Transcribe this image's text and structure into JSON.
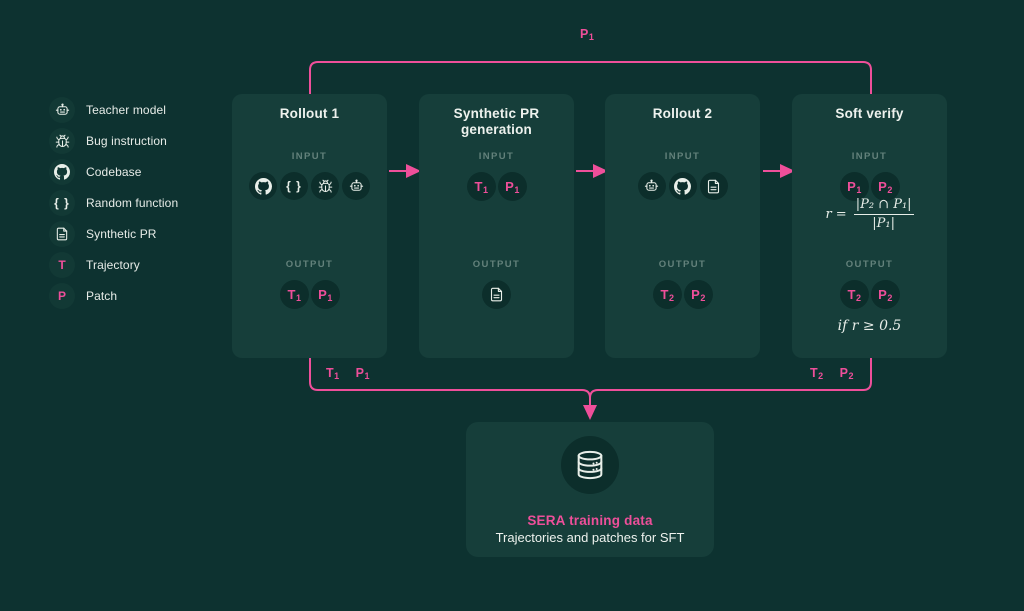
{
  "colors": {
    "background": "#0d3230",
    "box_fill": "#163e3a",
    "chip_fill": "#0c2e2b",
    "accent_pink": "#ee4f9a",
    "text_cream": "#eef2ee",
    "text_muted": "#63817b"
  },
  "labels": {
    "input": "INPUT",
    "output": "OUTPUT"
  },
  "tokens": {
    "t1": {
      "letter": "T",
      "sub": "1"
    },
    "p1": {
      "letter": "P",
      "sub": "1"
    },
    "t2": {
      "letter": "T",
      "sub": "2"
    },
    "p2": {
      "letter": "P",
      "sub": "2"
    }
  },
  "glyphs": {
    "braces": "{ }"
  },
  "legend": {
    "items": [
      {
        "icon": "robot-icon",
        "label": "Teacher model"
      },
      {
        "icon": "bug-icon",
        "label": "Bug instruction"
      },
      {
        "icon": "github-icon",
        "label": "Codebase"
      },
      {
        "icon": "braces-icon",
        "label": "Random function"
      },
      {
        "icon": "document-icon",
        "label": "Synthetic PR"
      },
      {
        "icon": "trajectory-token",
        "label": "Trajectory",
        "letter": "T"
      },
      {
        "icon": "patch-token",
        "label": "Patch",
        "letter": "P"
      }
    ]
  },
  "stages": {
    "rollout1": {
      "title": "Rollout 1"
    },
    "synthetic_pr": {
      "title": "Synthetic PR generation"
    },
    "rollout2": {
      "title": "Rollout 2"
    },
    "soft_verify": {
      "title": "Soft verify",
      "formula": {
        "lhs": "r =",
        "numerator": "|P₂ ∩ P₁|",
        "denominator": "|P₁|"
      },
      "condition": "if r ≥ 0.5"
    }
  },
  "sera": {
    "icon": "database-icon",
    "title": "SERA training data",
    "subtitle": "Trajectories and patches for SFT"
  }
}
